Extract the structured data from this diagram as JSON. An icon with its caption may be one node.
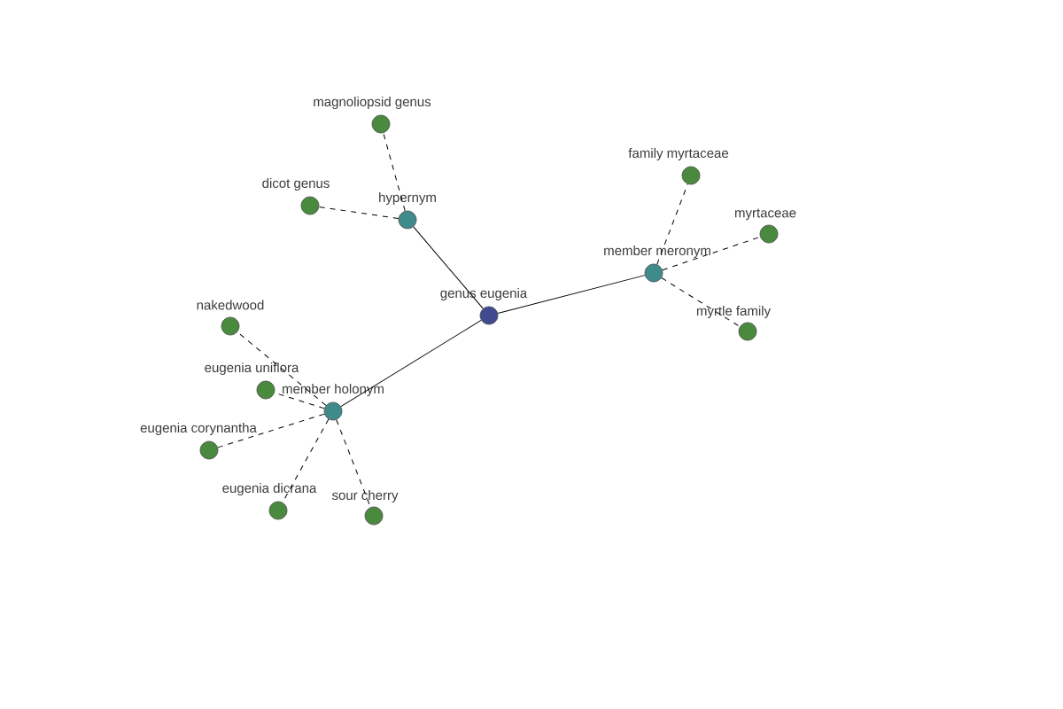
{
  "diagram": {
    "nodes": [
      {
        "text": [
          "genus eugenia"
        ]
      },
      {
        "text": [
          "hypernym"
        ]
      },
      {
        "text": [
          "member meronym"
        ]
      },
      {
        "text": [
          "member holonym"
        ]
      },
      {
        "text": [
          "magnoliopsid genus"
        ]
      },
      {
        "text": [
          "dicot genus"
        ]
      },
      {
        "text": [
          "family myrtaceae"
        ]
      },
      {
        "text": [
          "myrtaceae"
        ]
      },
      {
        "text": [
          "myrtle family"
        ]
      },
      {
        "text": [
          "nakedwood"
        ]
      },
      {
        "text": [
          "eugenia uniflora"
        ]
      },
      {
        "text": [
          "eugenia corynantha"
        ]
      },
      {
        "text": [
          "eugenia dicrana"
        ]
      },
      {
        "text": [
          "sour cherry"
        ]
      }
    ],
    "edges": [
      {
        "from": 0,
        "to": 1,
        "arrow": "none"
      },
      {
        "from": 0,
        "to": 2,
        "arrow": "none"
      },
      {
        "from": 0,
        "to": 3,
        "arrow": "none"
      },
      {
        "from": 1,
        "to": 4,
        "arrow": "none",
        "style": "dashed"
      },
      {
        "from": 1,
        "to": 5,
        "arrow": "none",
        "style": "dashed"
      },
      {
        "from": 2,
        "to": 6,
        "arrow": "none",
        "style": "dashed"
      },
      {
        "from": 2,
        "to": 7,
        "arrow": "none",
        "style": "dashed"
      },
      {
        "from": 2,
        "to": 8,
        "arrow": "none",
        "style": "dashed"
      },
      {
        "from": 3,
        "to": 9,
        "arrow": "none",
        "style": "dashed"
      },
      {
        "from": 3,
        "to": 10,
        "arrow": "none",
        "style": "dashed"
      },
      {
        "from": 3,
        "to": 11,
        "arrow": "none",
        "style": "dashed"
      },
      {
        "from": 3,
        "to": 12,
        "arrow": "none",
        "style": "dashed"
      },
      {
        "from": 3,
        "to": 13,
        "arrow": "none",
        "style": "dashed"
      }
    ]
  }
}
